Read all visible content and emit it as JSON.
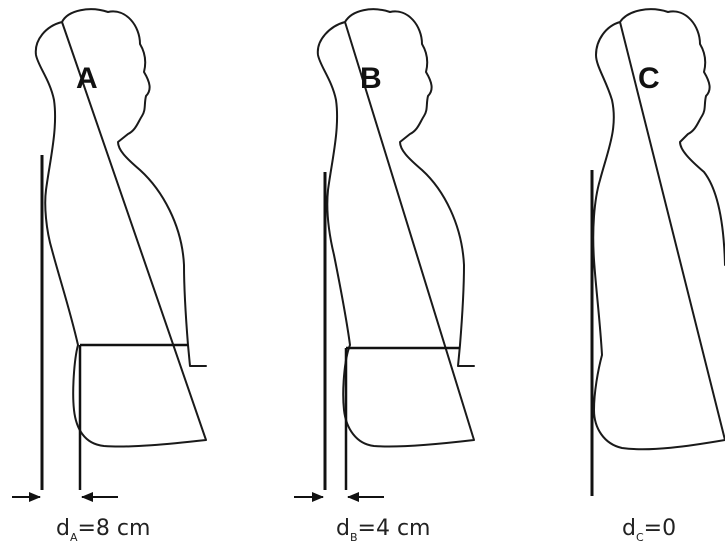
{
  "panels": [
    {
      "label": "A",
      "caption": {
        "main": "d",
        "sub": "A",
        "rest": "=8 cm"
      },
      "distance_cm": 8
    },
    {
      "label": "B",
      "caption": {
        "main": "d",
        "sub": "B",
        "rest": "=4 cm"
      },
      "distance_cm": 4
    },
    {
      "label": "C",
      "caption": {
        "main": "d",
        "sub": "C",
        "rest": "=0"
      },
      "distance_cm": 0
    }
  ],
  "colors": {
    "line": "#111111",
    "background": "#ffffff"
  }
}
